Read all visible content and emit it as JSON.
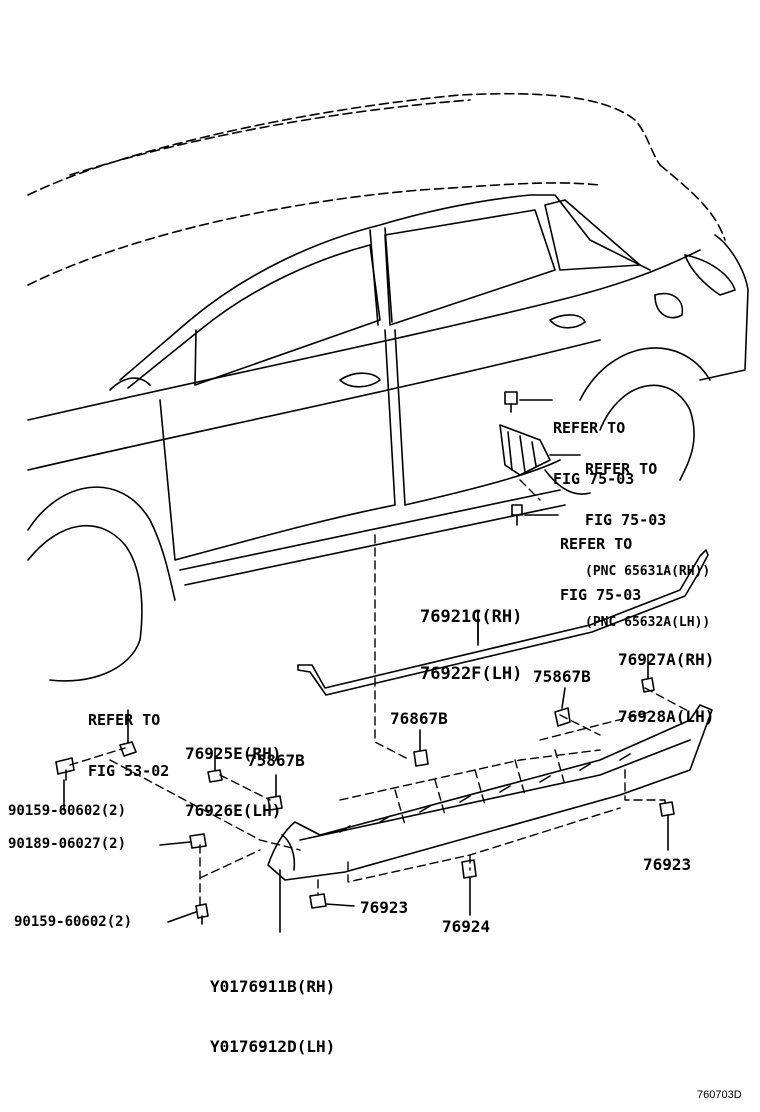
{
  "diagram_id": "760703D",
  "labels": {
    "refer_top_a": [
      "REFER TO",
      "FIG 75-03"
    ],
    "refer_bracket": [
      "REFER TO",
      "FIG 75-03",
      "(PNC 65631A(RH))",
      "(PNC 65632A(LH))"
    ],
    "refer_bolt_b": [
      "REFER TO",
      "FIG 75-03"
    ],
    "molding": [
      "76921C(RH)",
      "76922F(LH)"
    ],
    "mudguard_pad": [
      "76927A(RH)",
      "76928A(LH)"
    ],
    "clip_75867b_right": "75867B",
    "clip_76867b": "76867B",
    "refer_53": [
      "REFER TO",
      "FIG 53-02"
    ],
    "pad_76925": [
      "76925E(RH)",
      "76926E(LH)"
    ],
    "clip_75867b_left": "75867B",
    "screw_top": "90159-60602(2)",
    "clip_90189": "90189-06027(2)",
    "screw_bottom": "90159-60602(2)",
    "nut_76923_right": "76923",
    "nut_76923_left": "76923",
    "clip_76924": "76924",
    "rocker_panel": [
      "Y0176911B(RH)",
      "Y0176912D(LH)"
    ]
  }
}
